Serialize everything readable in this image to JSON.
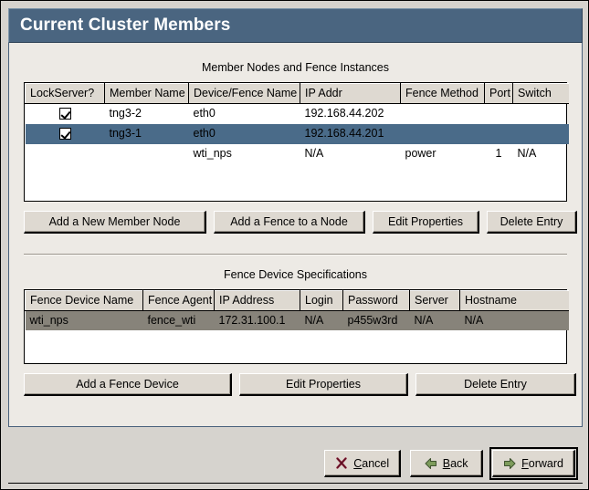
{
  "window": {
    "title": "Current Cluster Members"
  },
  "members_section": {
    "heading": "Member Nodes and Fence Instances",
    "columns": [
      "LockServer?",
      "Member Name",
      "Device/Fence Name",
      "IP Addr",
      "Fence Method",
      "Port",
      "Switch"
    ],
    "rows": [
      {
        "lockserver_checked": true,
        "member_name": "tng3-2",
        "device_fence_name": "eth0",
        "ip_addr": "192.168.44.202",
        "fence_method": "",
        "port": "",
        "switch": "",
        "selected": false
      },
      {
        "lockserver_checked": true,
        "member_name": "tng3-1",
        "device_fence_name": "eth0",
        "ip_addr": "192.168.44.201",
        "fence_method": "",
        "port": "",
        "switch": "",
        "selected": true
      },
      {
        "lockserver_checked": false,
        "member_name": "",
        "device_fence_name": "wti_nps",
        "ip_addr": "N/A",
        "fence_method": "power",
        "port": "1",
        "switch": "N/A",
        "selected": false
      }
    ],
    "buttons": [
      {
        "label": "Add a New Member Node",
        "name": "add-new-member-node-button"
      },
      {
        "label": "Add a Fence to a Node",
        "name": "add-fence-to-node-button"
      },
      {
        "label": "Edit Properties",
        "name": "edit-properties-button"
      },
      {
        "label": "Delete Entry",
        "name": "delete-entry-button"
      }
    ]
  },
  "fence_section": {
    "heading": "Fence Device Specifications",
    "columns": [
      "Fence Device Name",
      "Fence Agent",
      "IP Address",
      "Login",
      "Password",
      "Server",
      "Hostname"
    ],
    "rows": [
      {
        "fence_device_name": "wti_nps",
        "fence_agent": "fence_wti",
        "ip_address": "172.31.100.1",
        "login": "N/A",
        "password": "p455w3rd",
        "server": "N/A",
        "hostname": "N/A",
        "selected": true
      }
    ],
    "buttons": [
      {
        "label": "Add a Fence Device",
        "name": "add-fence-device-button"
      },
      {
        "label": "Edit Properties",
        "name": "edit-fence-properties-button"
      },
      {
        "label": "Delete Entry",
        "name": "delete-fence-entry-button"
      }
    ]
  },
  "action_bar": {
    "cancel": {
      "label_prefix": "",
      "mnemonic": "C",
      "label_suffix": "ancel",
      "icon": "cancel-x-icon"
    },
    "back": {
      "label_prefix": "",
      "mnemonic": "B",
      "label_suffix": "ack",
      "icon": "arrow-left-icon"
    },
    "forward": {
      "label_prefix": "",
      "mnemonic": "F",
      "label_suffix": "orward",
      "icon": "arrow-right-icon",
      "focused": true
    }
  },
  "colors": {
    "titlebar": "#4a6580",
    "selection_focused": "#4a6b89",
    "selection_unfocused": "#87837a",
    "panel_bg": "#edeae5",
    "window_bg": "#d6d3ce",
    "button_face": "#ded9d1",
    "accent_arrow": "#6b8e4e",
    "cancel_x": "#8a1f38"
  }
}
